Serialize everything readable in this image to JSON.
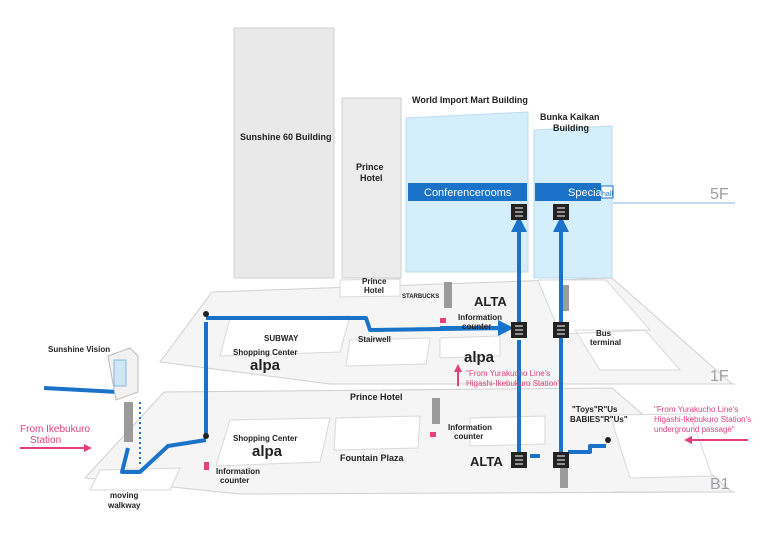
{
  "buildings": {
    "sunshine60": "Sunshine 60 Building",
    "prince_hotel": [
      "Prince",
      "Hotel"
    ],
    "world_import": "World Import Mart Building",
    "bunka_kaikan": [
      "Bunka Kaikan",
      "Building"
    ]
  },
  "bands": {
    "conference": "Conferencerooms",
    "special": "Special",
    "special_suffix": "hall"
  },
  "floors": {
    "f5": "5F",
    "f1": "1F",
    "b1": "B1"
  },
  "level_1f": {
    "prince_hotel": [
      "Prince",
      "Hotel"
    ],
    "starbucks": "STARBUCKS",
    "alta": "ALTA",
    "info": [
      "Information",
      "counter"
    ],
    "subway": "SUBWAY",
    "stairwell": "Stairwell",
    "shopping_center": "Shopping Center",
    "alpa_left": "alpa",
    "alpa_right": "alpa",
    "bus": [
      "Bus",
      "terminal"
    ],
    "yurakucho": [
      "\"From Yurakucho Line's",
      "Higashi-Ikebukuro Station\""
    ]
  },
  "level_b1": {
    "prince_hotel": "Prince Hotel",
    "info_right": [
      "Information",
      "counter"
    ],
    "shopping_center": "Shopping Center",
    "alpa": "alpa",
    "info_left": [
      "Information",
      "counter"
    ],
    "fountain": "Fountain Plaza",
    "alta": "ALTA",
    "toys": [
      "\"Toys\"R\"Us",
      "BABIES\"R\"Us\""
    ],
    "yurakucho_passage": [
      "\"From Yurakucho Line's",
      "Higashi-Ikebukuro Station's",
      "underground passage\""
    ]
  },
  "outside": {
    "sunshine_vision": "Sunshine Vision",
    "ikebukuro": [
      "From Ikebukuro",
      "Station"
    ],
    "moving_walkway": [
      "moving",
      "walkway"
    ]
  },
  "colors": {
    "route": "#1a73c8",
    "glass": "#d5eefb",
    "accent": "#e5407c",
    "band": "#1a73c8"
  }
}
